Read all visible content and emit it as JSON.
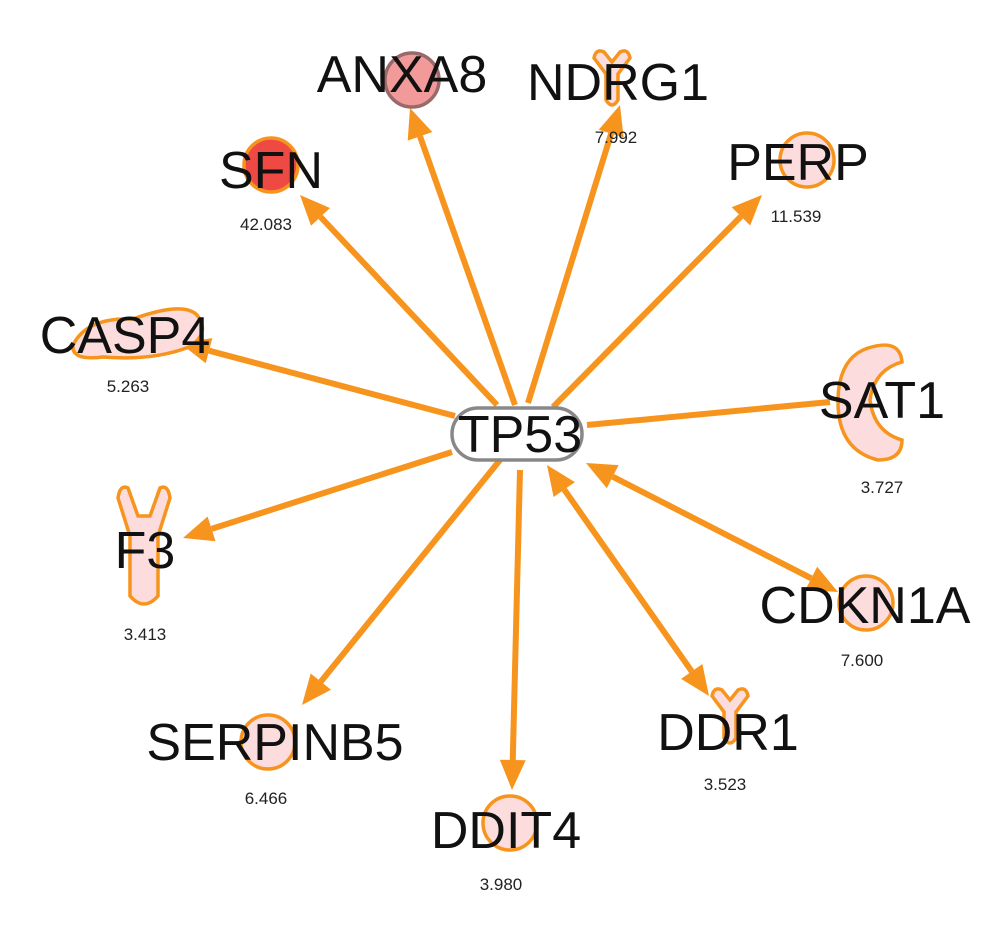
{
  "colors": {
    "edge": "#F7941D",
    "node_outline": "#F7941D",
    "low": "#FCDCDC",
    "mid": "#F29A9A",
    "high": "#EE4A43",
    "center_fill": "#FFFFFF",
    "center_outline": "#888888"
  },
  "center": {
    "id": "TP53",
    "label": "TP53",
    "shape": "enzyme"
  },
  "nodes": [
    {
      "id": "ANXA8",
      "label": "ANXA8",
      "value": "",
      "fill": "mid",
      "shape": "circle",
      "edge": "from-center"
    },
    {
      "id": "NDRG1",
      "label": "NDRG1",
      "value": "7.992",
      "fill": "low",
      "shape": "receptor",
      "edge": "from-center"
    },
    {
      "id": "PERP",
      "label": "PERP",
      "value": "11.539",
      "fill": "low",
      "shape": "circle",
      "edge": "from-center"
    },
    {
      "id": "SAT1",
      "label": "SAT1",
      "value": "3.727",
      "fill": "low",
      "shape": "crescent",
      "edge": "undirected"
    },
    {
      "id": "CDKN1A",
      "label": "CDKN1A",
      "value": "7.600",
      "fill": "low",
      "shape": "circle",
      "edge": "bidirectional"
    },
    {
      "id": "DDR1",
      "label": "DDR1",
      "value": "3.523",
      "fill": "low",
      "shape": "receptor",
      "edge": "bidirectional"
    },
    {
      "id": "DDIT4",
      "label": "DDIT4",
      "value": "3.980",
      "fill": "low",
      "shape": "circle",
      "edge": "from-center"
    },
    {
      "id": "SERPINB5",
      "label": "SERPINB5",
      "value": "6.466",
      "fill": "low",
      "shape": "circle",
      "edge": "from-center"
    },
    {
      "id": "F3",
      "label": "F3",
      "value": "3.413",
      "fill": "low",
      "shape": "transmembrane",
      "edge": "from-center"
    },
    {
      "id": "CASP4",
      "label": "CASP4",
      "value": "5.263",
      "fill": "low",
      "shape": "peptidase",
      "edge": "from-center"
    },
    {
      "id": "SFN",
      "label": "SFN",
      "value": "42.083",
      "fill": "high",
      "shape": "circle",
      "edge": "from-center"
    }
  ]
}
